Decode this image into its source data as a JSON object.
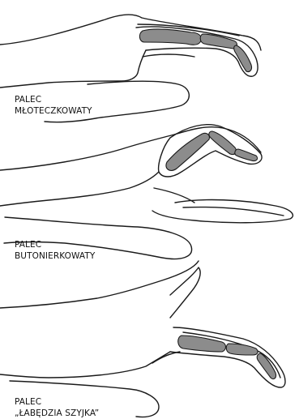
{
  "colors": {
    "outline": "#1a1a1a",
    "bone_fill": "#8c8c8c",
    "bone_stroke": "#1a1a1a",
    "background": "#ffffff"
  },
  "deformities": [
    {
      "line1": "PALEC",
      "line2": "MŁOTECZKOWATY"
    },
    {
      "line1": "PALEC",
      "line2": "BUTONIERKOWATY"
    },
    {
      "line1": "PALEC",
      "line2": "„ŁABĘDZIA SZYJKA”"
    }
  ]
}
